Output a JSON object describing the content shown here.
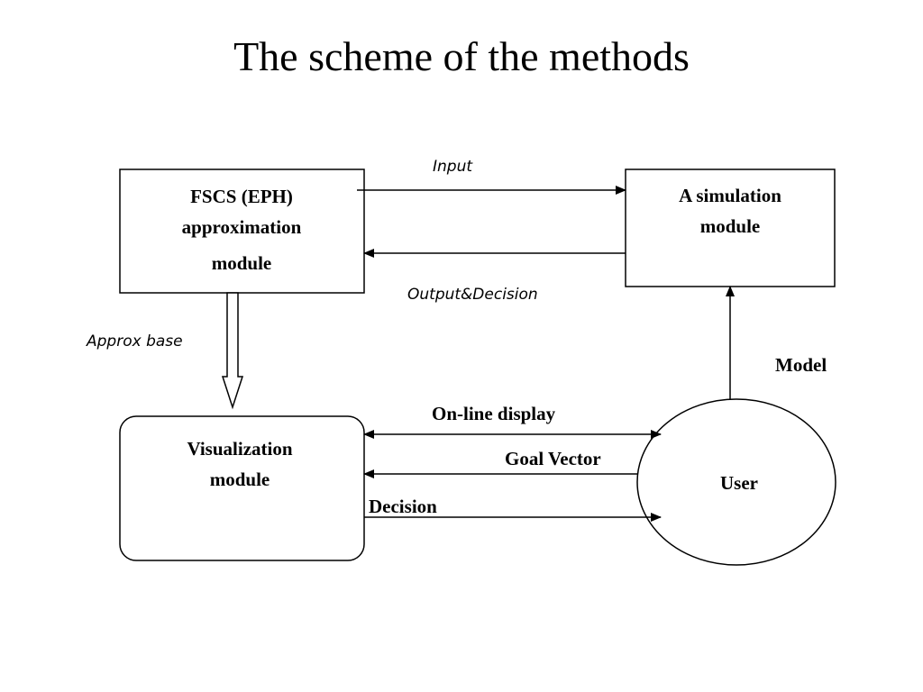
{
  "title": "The scheme of the methods",
  "nodes": {
    "fscs": {
      "lines": [
        "FSCS (EPH)",
        "approximation",
        "module"
      ]
    },
    "simulation": {
      "lines": [
        "A simulation",
        "module"
      ]
    },
    "visualization": {
      "lines": [
        "Visualization",
        "module"
      ]
    },
    "user": {
      "lines": [
        "User"
      ]
    }
  },
  "edges": {
    "input": "Input",
    "output_decision": "Output&Decision",
    "approx_base": "Approx base",
    "model": "Model",
    "online_display": "On-line display",
    "goal_vector": "Goal Vector",
    "decision": "Decision"
  }
}
